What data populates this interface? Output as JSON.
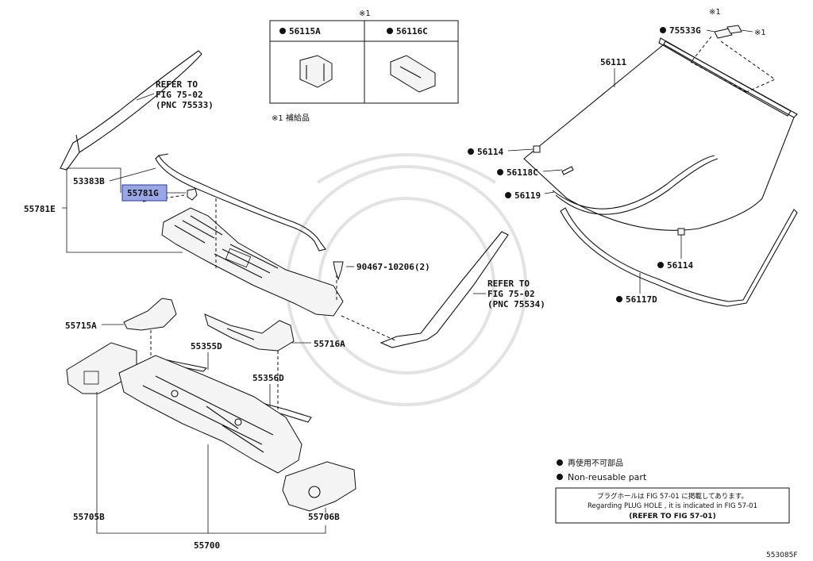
{
  "inset": {
    "note_mark": "※1",
    "part_a": "56115A",
    "part_b": "56116C",
    "note": "※1 補給品"
  },
  "labels": {
    "p53383B": "53383B",
    "p55781G": "55781G",
    "p55781E": "55781E",
    "p90467": "90467-10206(2)",
    "p55715A": "55715A",
    "p55355D": "55355D",
    "p55716A": "55716A",
    "p55356D": "55356D",
    "p55705B": "55705B",
    "p55706B": "55706B",
    "p55700": "55700",
    "p75533G": "75533G",
    "p56111": "56111",
    "p56114a": "56114",
    "p56118C": "56118C",
    "p56119": "56119",
    "p56114b": "56114",
    "p56117D": "56117D",
    "mark1": "※1",
    "mark2": "※1"
  },
  "refer_left": {
    "line1": "REFER TO",
    "line2": "FIG 75-02",
    "line3": "(PNC 75533)"
  },
  "refer_right": {
    "line1": "REFER TO",
    "line2": "FIG 75-02",
    "line3": "(PNC 75534)"
  },
  "legend": {
    "jp": "再使用不可部品",
    "en": "Non-reusable part"
  },
  "notice": {
    "jp": "プラグホールは FIG 57-01 に掲載してあります。",
    "en": "Regarding  PLUG  HOLE , it is indicated in FIG  57-01",
    "ref": "(REFER  TO  FIG 57-01)"
  },
  "figure_code": "553085F",
  "colors": {
    "highlight": "#9aa7e6",
    "ink": "#111111"
  }
}
